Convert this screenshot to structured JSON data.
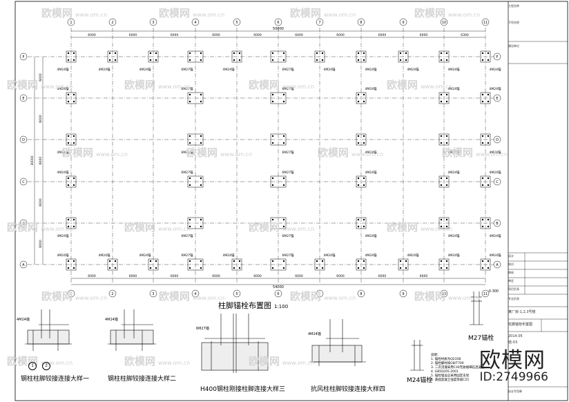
{
  "watermark": {
    "brand": "欧模网",
    "url": "www.om.cn"
  },
  "brand_stamp": {
    "logo_text": "欧模网",
    "id_text": "ID:2749966"
  },
  "plan": {
    "title": "柱脚锚栓布置图",
    "scale": "1:100",
    "axis_numbers": [
      "1",
      "2",
      "3",
      "4",
      "5",
      "6",
      "7",
      "8",
      "9",
      "10",
      "11"
    ],
    "axis_letters": [
      "F",
      "E",
      "D",
      "C",
      "B",
      "A"
    ],
    "top_total": "50000",
    "bottom_total": "54000",
    "bay_dims": [
      "6000",
      "6000",
      "6000",
      "6000",
      "6000",
      "6000",
      "6000",
      "6000",
      "6000"
    ],
    "left_bays": [
      "6000",
      "6000",
      "6000",
      "6000",
      "6000"
    ],
    "right_bay": "6300",
    "left_total": "30000",
    "bolt_m24": "4M24锚",
    "bolt_m27": "6M27锚"
  },
  "details": [
    {
      "title": "钢柱柱脚铰接连接大样一",
      "bolt": "4M24锚",
      "circle_a": "1",
      "circle_b": "2"
    },
    {
      "title": "钢柱柱脚铰接连接大样二",
      "bolt": "4M24锚"
    },
    {
      "title": "H400钢柱刚接柱脚连接大样三",
      "bolt": "6M27锚"
    },
    {
      "title": "抗风柱柱脚铰接连接大样四",
      "bolt": "4M24锚"
    }
  ],
  "anchor_m27": {
    "title": "M27锚栓",
    "elev": "-0.300"
  },
  "anchor_m24": {
    "title": "M24锚栓"
  },
  "notes": {
    "heading": "说明：",
    "lines": [
      "1. 锚栓材质为Q235B",
      "2. 锚栓螺纹按GB/T700",
      "3. 二次浇灌采用C30无收缩细石混凝土",
      "4. GB50205-2001",
      "5. 锚栓埋设应采用固定支架",
      "6. 基础混凝土强度等级C25"
    ]
  },
  "title_block": {
    "rows": [
      "工程名称",
      "子项名称",
      "建设单位",
      "设计",
      "校对",
      "审核",
      "审定",
      "项目负责",
      "专业负责"
    ],
    "drawing_name": "柱脚锚栓布置图",
    "project": "某厂房-1,2,3号楼",
    "date": "2014.05",
    "sheet": "结-03",
    "footer": "执业专用章"
  }
}
